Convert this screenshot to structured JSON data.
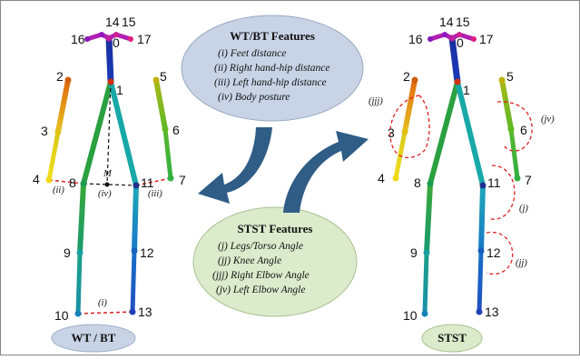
{
  "wtbt_features": {
    "title": "WT/BT Features",
    "items": [
      "(i) Feet distance",
      "(ii) Right hand-hip distance",
      "(iii) Left hand-hip distance",
      "(iv) Body posture"
    ]
  },
  "stst_features": {
    "title": "STST Features",
    "items": [
      "(j)  Legs/Torso Angle",
      "(jj)  Knee Angle",
      "(jjj) Right Elbow Angle",
      "(jv) Left Elbow Angle"
    ]
  },
  "left_skeleton": {
    "badge": "WT / BT",
    "joints": [
      "0",
      "1",
      "2",
      "3",
      "4",
      "5",
      "6",
      "7",
      "8",
      "9",
      "10",
      "11",
      "12",
      "13",
      "14",
      "15",
      "16",
      "17"
    ],
    "midpoint": "M",
    "labels": {
      "i": "(i)",
      "ii": "(ii)",
      "iii": "(iii)",
      "iv": "(iv)"
    }
  },
  "right_skeleton": {
    "badge": "STST",
    "joints": [
      "0",
      "1",
      "2",
      "3",
      "4",
      "5",
      "6",
      "7",
      "8",
      "9",
      "10",
      "11",
      "12",
      "13",
      "14",
      "15",
      "16",
      "17"
    ],
    "labels": {
      "j": "(j)",
      "jj": "(jj)",
      "jjj": "(jjj)",
      "jv": "(jv)"
    }
  },
  "colors": {
    "arrow": "#2f5d86",
    "wtbt_box": "#c8d3e6",
    "stst_box": "#dcebcc",
    "dashed_red": "#e02020"
  }
}
